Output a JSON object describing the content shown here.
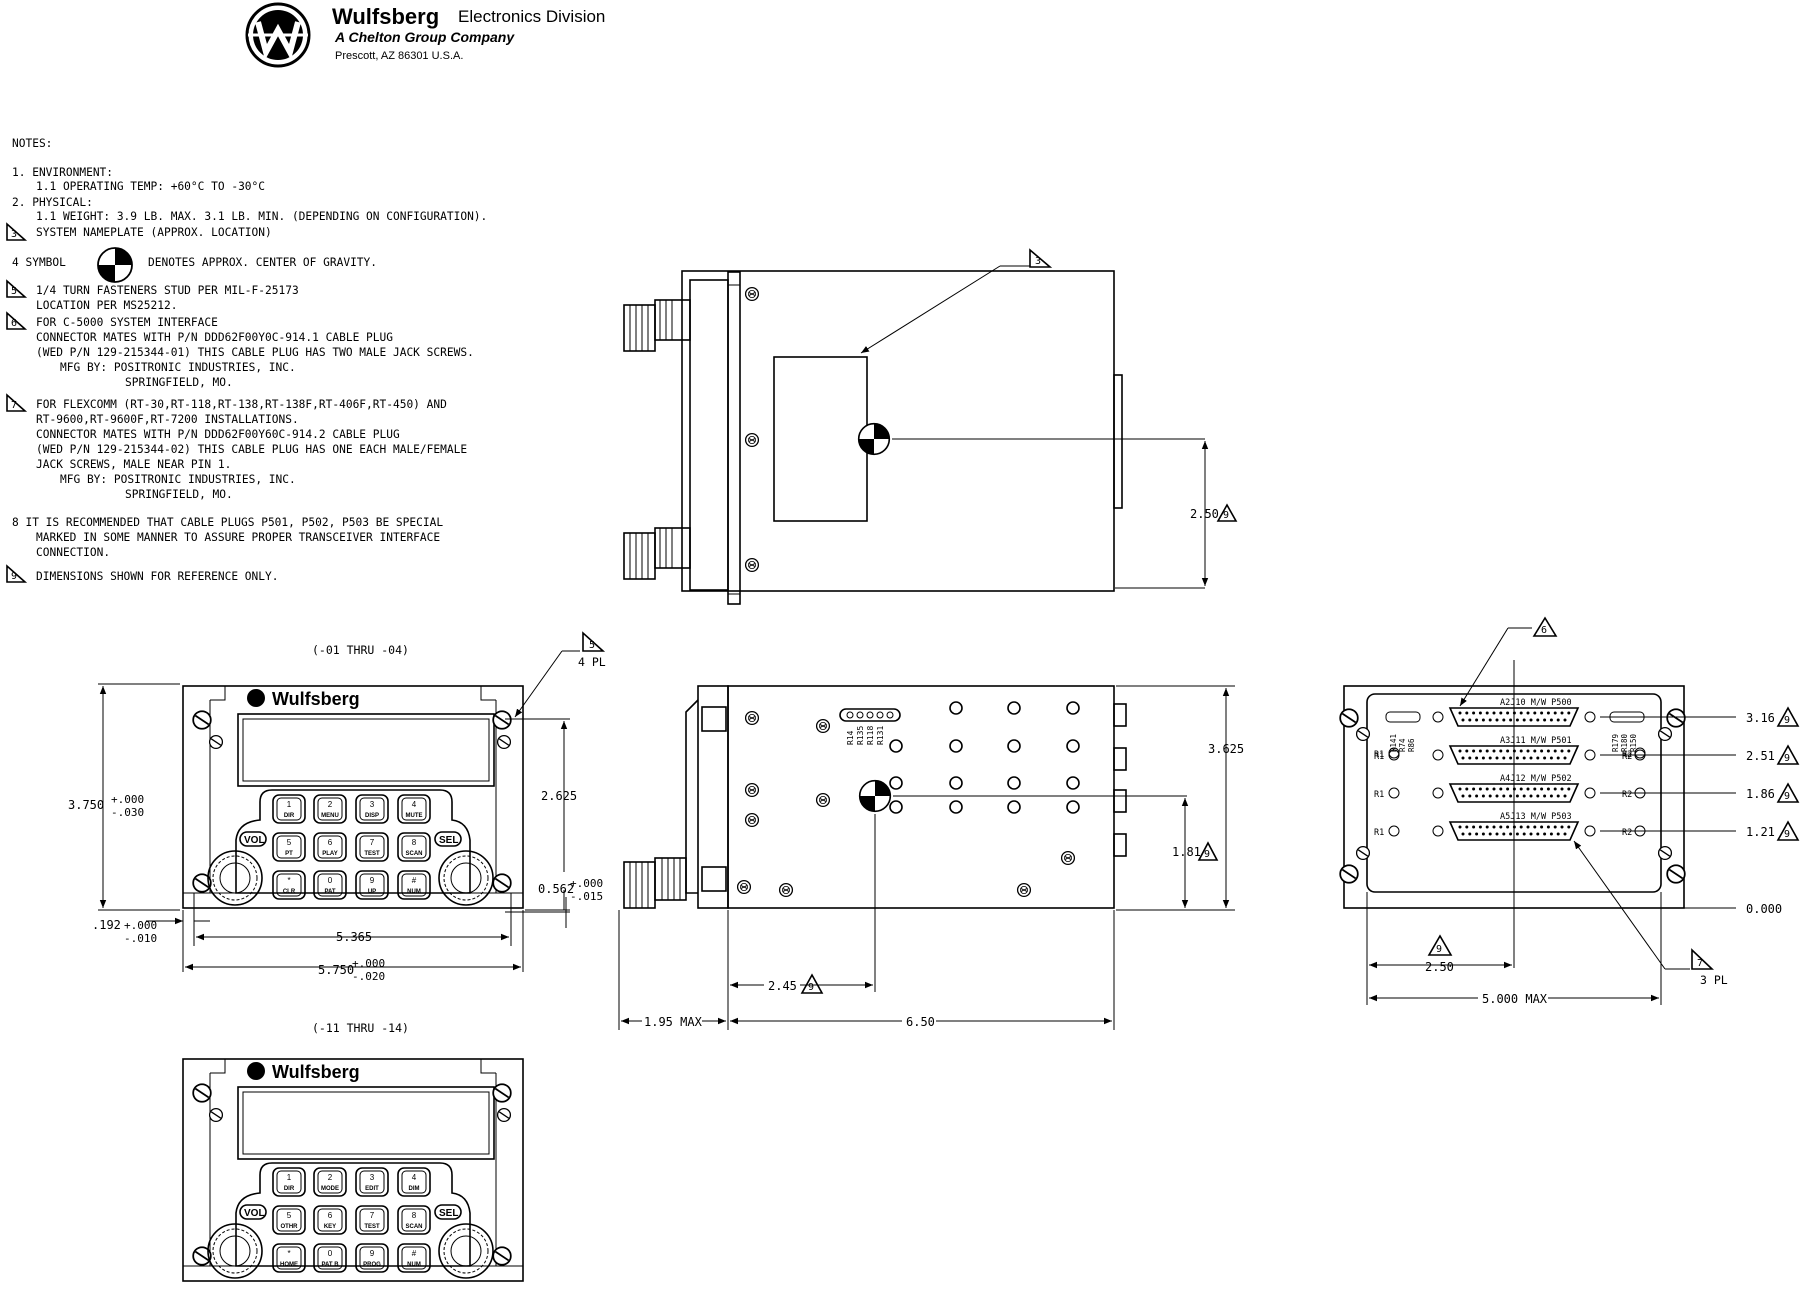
{
  "header": {
    "company": "Wulfsberg",
    "division": "Electronics Division",
    "subsidiary": "A Chelton Group Company",
    "address": "Prescott, AZ  86301  U.S.A.",
    "logo_icon": "wulfsberg-w-logo"
  },
  "notes": {
    "title": "NOTES:",
    "lines": [
      "1. ENVIRONMENT:",
      "1.1 OPERATING TEMP: +60°C TO -30°C",
      "2. PHYSICAL:",
      "1.1 WEIGHT: 3.9 LB. MAX. 3.1 LB. MIN.  (DEPENDING ON CONFIGURATION).",
      "SYSTEM NAMEPLATE (APPROX. LOCATION)",
      "4   SYMBOL",
      "DENOTES APPROX. CENTER  OF GRAVITY.",
      "1/4 TURN FASTENERS STUD PER MIL-F-25173",
      "LOCATION PER MS25212.",
      "FOR C-5000 SYSTEM INTERFACE",
      "CONNECTOR MATES WITH P/N DDD62F00Y0C-914.1 CABLE PLUG",
      "(WED P/N 129-215344-01) THIS  CABLE PLUG HAS TWO MALE JACK SCREWS.",
      "MFG BY: POSITRONIC INDUSTRIES, INC.",
      "SPRINGFIELD, MO.",
      "FOR FLEXCOMM (RT-30,RT-118,RT-138,RT-138F,RT-406F,RT-450) AND",
      "RT-9600,RT-9600F,RT-7200 INSTALLATIONS.",
      "CONNECTOR MATES WITH P/N DDD62F00Y60C-914.2 CABLE PLUG",
      "(WED P/N 129-215344-02) THIS CABLE PLUG HAS ONE EACH MALE/FEMALE",
      "JACK SCREWS, MALE NEAR PIN 1.",
      "MFG BY: POSITRONIC INDUSTRIES, INC.",
      "SPRINGFIELD, MO.",
      "8   IT IS RECOMMENDED THAT CABLE PLUGS P501, P502, P503 BE SPECIAL",
      "MARKED IN SOME MANNER TO ASSURE PROPER TRANSCEIVER INTERFACE",
      "CONNECTION.",
      "DIMENSIONS SHOWN FOR REFERENCE ONLY."
    ]
  },
  "triangles": {
    "t3": "3",
    "t5": "5",
    "t6": "6",
    "t7": "7",
    "t9": "9"
  },
  "front_view": {
    "caption_top": "(-01 THRU -04)",
    "caption_bottom": "(-11 THRU -14)",
    "brand": "Wulfsberg",
    "keys_top": [
      [
        "1",
        "DIR"
      ],
      [
        "2",
        "MENU"
      ],
      [
        "3",
        "DISP"
      ],
      [
        "4",
        "MUTE"
      ],
      [
        "5",
        "PT"
      ],
      [
        "6",
        "PLAY"
      ],
      [
        "7",
        "TEST"
      ],
      [
        "8",
        "SCAN"
      ],
      [
        "*",
        "CLR"
      ],
      [
        "0",
        "PAT"
      ],
      [
        "9",
        "UP"
      ],
      [
        "#",
        "NUM"
      ]
    ],
    "keys_bottom": [
      [
        "1",
        "DIR"
      ],
      [
        "2",
        "MODE"
      ],
      [
        "3",
        "EDIT"
      ],
      [
        "4",
        "DIM"
      ],
      [
        "5",
        "OTHR"
      ],
      [
        "6",
        "KEY"
      ],
      [
        "7",
        "TEST"
      ],
      [
        "8",
        "SCAN"
      ],
      [
        "*",
        "HOME"
      ],
      [
        "0",
        "PAT B"
      ],
      [
        "9",
        "PROG"
      ],
      [
        "#",
        "NUM"
      ]
    ],
    "vol_label": "VOL",
    "sel_label": "SEL",
    "dim_height": "3.750",
    "dim_height_tol_plus": "+.000",
    "dim_height_tol_minus": "-.030",
    "dim_2625": "2.625",
    "dim_0562": "0.562",
    "dim_0562_tol_plus": "+.000",
    "dim_0562_tol_minus": "-.015",
    "dim_192": ".192",
    "dim_192_tol_plus": "+.000",
    "dim_192_tol_minus": "-.010",
    "dim_5365": "5.365",
    "dim_5750": "5.750",
    "dim_5750_tol_plus": "+.000",
    "dim_5750_tol_minus": "-.020",
    "dim_4pl": "4 PL"
  },
  "top_view": {
    "dim_250": "2.50"
  },
  "side_view": {
    "resistors": [
      "R14",
      "R135",
      "R118",
      "R131"
    ],
    "dim_3625": "3.625",
    "dim_181": "1.81",
    "dim_245": "2.45",
    "dim_195": "1.95 MAX",
    "dim_650": "6.50"
  },
  "rear_view": {
    "connectors": [
      {
        "label": "A2J10  M/W P500",
        "dim": "3.16"
      },
      {
        "label": "A3J11  M/W P501",
        "dim": "2.51"
      },
      {
        "label": "A4J12  M/W P502",
        "dim": "1.86"
      },
      {
        "label": "A5J13  M/W P503",
        "dim": "1.21"
      }
    ],
    "res_left": [
      "R141",
      "R74",
      "R86"
    ],
    "res_right": [
      "R179",
      "R180",
      "R150"
    ],
    "r1": "R1",
    "r2": "R2",
    "dim_zero": "0.000",
    "dim_250": "2.50",
    "dim_5000": "5.000 MAX",
    "dim_3pl": "3 PL"
  }
}
